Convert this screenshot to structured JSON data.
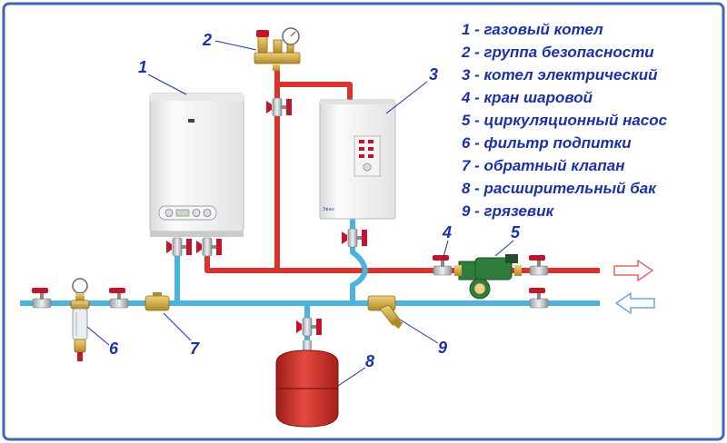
{
  "colors": {
    "frame": "#3f67b0",
    "hot_pipe": "#d9332e",
    "cold_pipe": "#4bb3dd",
    "text": "#1b31a8",
    "boiler_body": "#f1f2f1",
    "tank": "#d0312a",
    "pump": "#2f7d3c",
    "valve_handle": "#c4142c",
    "brass": "#d8b24a"
  },
  "legend": [
    {
      "number": "1",
      "label": "1 - газовый котел"
    },
    {
      "number": "2",
      "label": "2 - группа безопасности"
    },
    {
      "number": "3",
      "label": "3 - котел электрический"
    },
    {
      "number": "4",
      "label": "4 - кран шаровой"
    },
    {
      "number": "5",
      "label": "5 - циркуляционный насос"
    },
    {
      "number": "6",
      "label": "6 - фильтр подпитки"
    },
    {
      "number": "7",
      "label": "7 - обратный клапан"
    },
    {
      "number": "8",
      "label": "8 - расширительный бак"
    },
    {
      "number": "9",
      "label": "9 - грязевик"
    }
  ],
  "components": {
    "gas_boiler": {
      "icon": "gas-boiler-icon"
    },
    "safety_group": {
      "icon": "pressure-gauge-icon"
    },
    "electric_boiler": {
      "icon": "electric-boiler-icon",
      "brand": "Эван"
    },
    "ball_valve": {
      "icon": "ball-valve-icon"
    },
    "pump": {
      "icon": "circulation-pump-icon"
    },
    "makeup_filter": {
      "icon": "filter-icon"
    },
    "check_valve": {
      "icon": "check-valve-icon"
    },
    "expansion_tank": {
      "icon": "expansion-tank-icon"
    },
    "mud_trap": {
      "icon": "y-strainer-icon"
    }
  }
}
